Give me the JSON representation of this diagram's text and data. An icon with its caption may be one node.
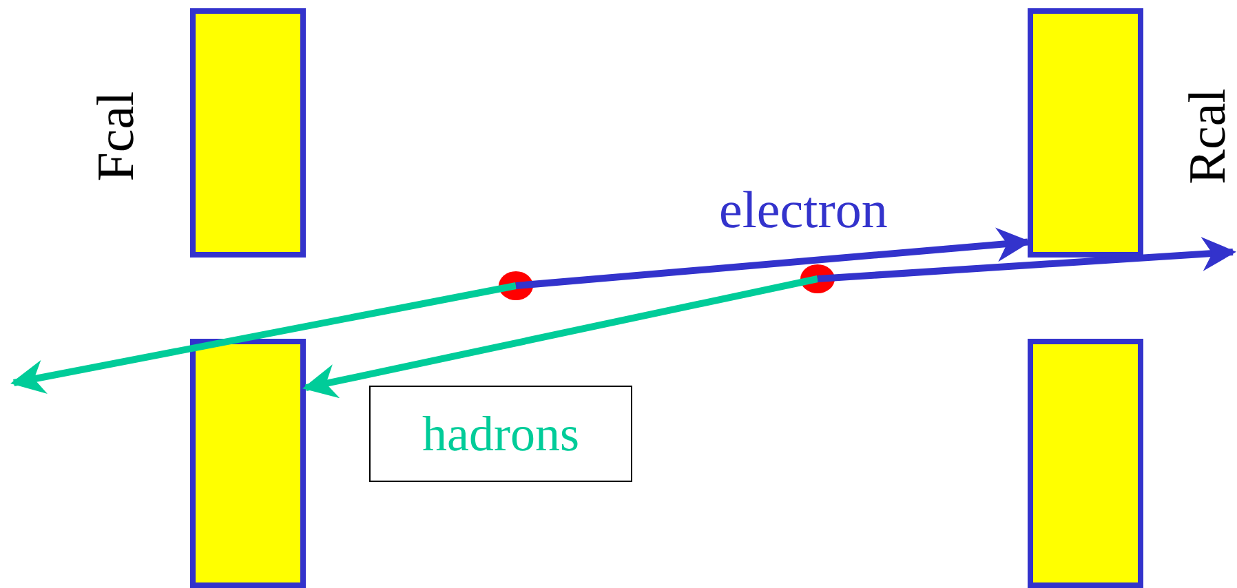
{
  "diagram": {
    "nodes": [
      {
        "text": [],
        "shape": "bar"
      },
      {
        "text": [],
        "shape": "bar"
      },
      {
        "text": [],
        "shape": "circle"
      },
      {
        "text": [],
        "shape": "circle"
      },
      {
        "text": [],
        "shape": "bar"
      },
      {
        "text": [
          "hadrons"
        ]
      },
      {
        "text": [],
        "shape": "bar"
      }
    ],
    "edges": [
      {
        "from": 2,
        "to": null,
        "arrow": "to",
        "color": "#00cc99"
      },
      {
        "from": 2,
        "to": 1,
        "arrow": "to",
        "color": "#3333cc"
      },
      {
        "from": 3,
        "to": 4,
        "arrow": "to",
        "color": "#00cc99"
      },
      {
        "from": 3,
        "to": null,
        "arrow": "to",
        "color": "#3333cc"
      }
    ],
    "labels": [
      "Fcal",
      "Rcal",
      "electron"
    ]
  }
}
